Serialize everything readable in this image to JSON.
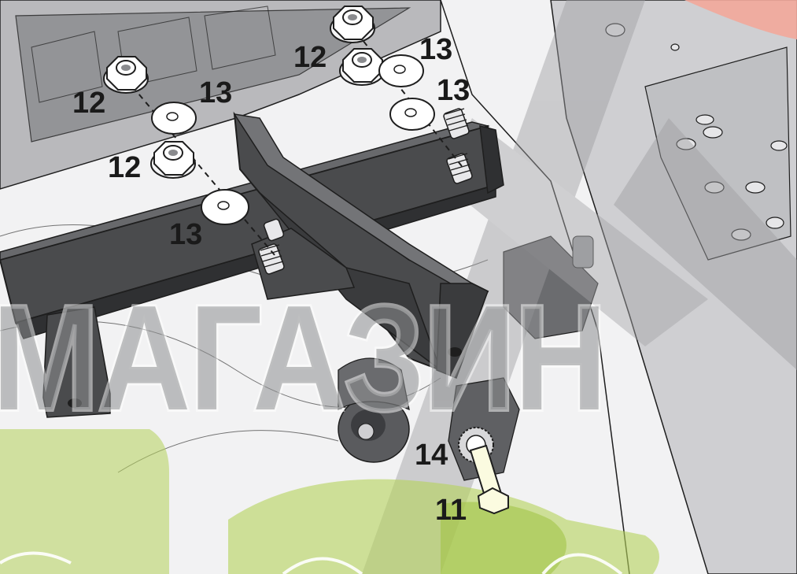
{
  "callouts": {
    "c12_a": "12",
    "c12_b": "12",
    "c12_c": "12",
    "c13_a": "13",
    "c13_b": "13",
    "c13_c": "13",
    "c13_d": "13",
    "c14": "14",
    "c11": "11"
  },
  "watermark": {
    "text": "МАГАЗИН"
  },
  "colors": {
    "part_fill": "#4a4b4d",
    "part_dark": "#2f3032",
    "body_fill": "#d9d9db",
    "background_shade": "#bcbcbf",
    "accent_green": "#b4d25a",
    "line": "#1e1e1e"
  }
}
